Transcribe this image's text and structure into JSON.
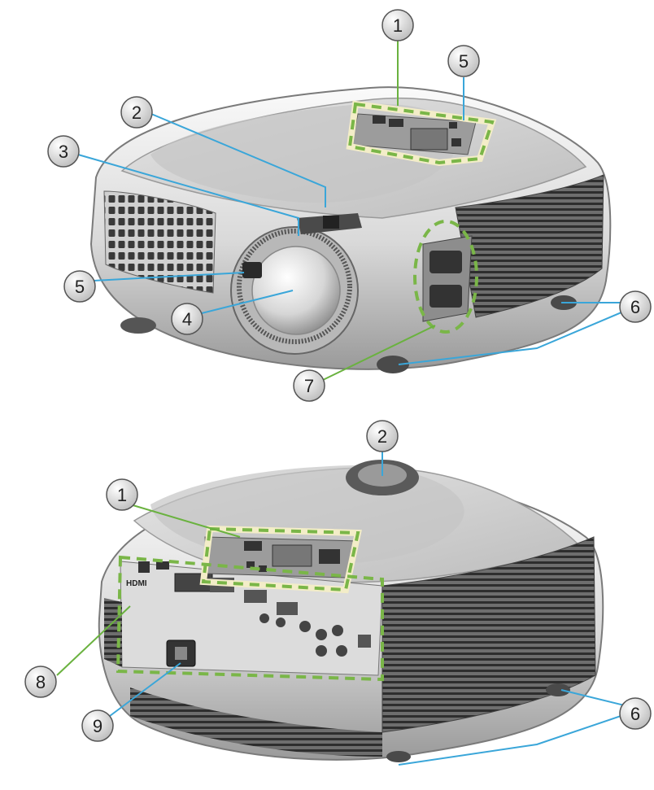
{
  "diagram": {
    "callouts_top": [
      {
        "label": "1"
      },
      {
        "label": "5"
      },
      {
        "label": "2"
      },
      {
        "label": "3"
      },
      {
        "label": "5"
      },
      {
        "label": "4"
      },
      {
        "label": "7"
      },
      {
        "label": "6"
      }
    ],
    "callouts_bottom": [
      {
        "label": "2"
      },
      {
        "label": "1"
      },
      {
        "label": "8"
      },
      {
        "label": "9"
      },
      {
        "label": "6"
      }
    ],
    "port_labels": {
      "hdmi": "HDMI"
    },
    "colors": {
      "body_light": "#f2f2f2",
      "body_mid": "#c9c9c9",
      "body_dark": "#8c8c8c",
      "vent": "#3a3a3a",
      "leader_blue": "#3aa6d9",
      "leader_green": "#6ab23f",
      "dashed_green": "#7ab648",
      "dashed_cream": "#f3edc8",
      "callout_fill": "#d8d8d8",
      "callout_stroke": "#555555"
    }
  }
}
